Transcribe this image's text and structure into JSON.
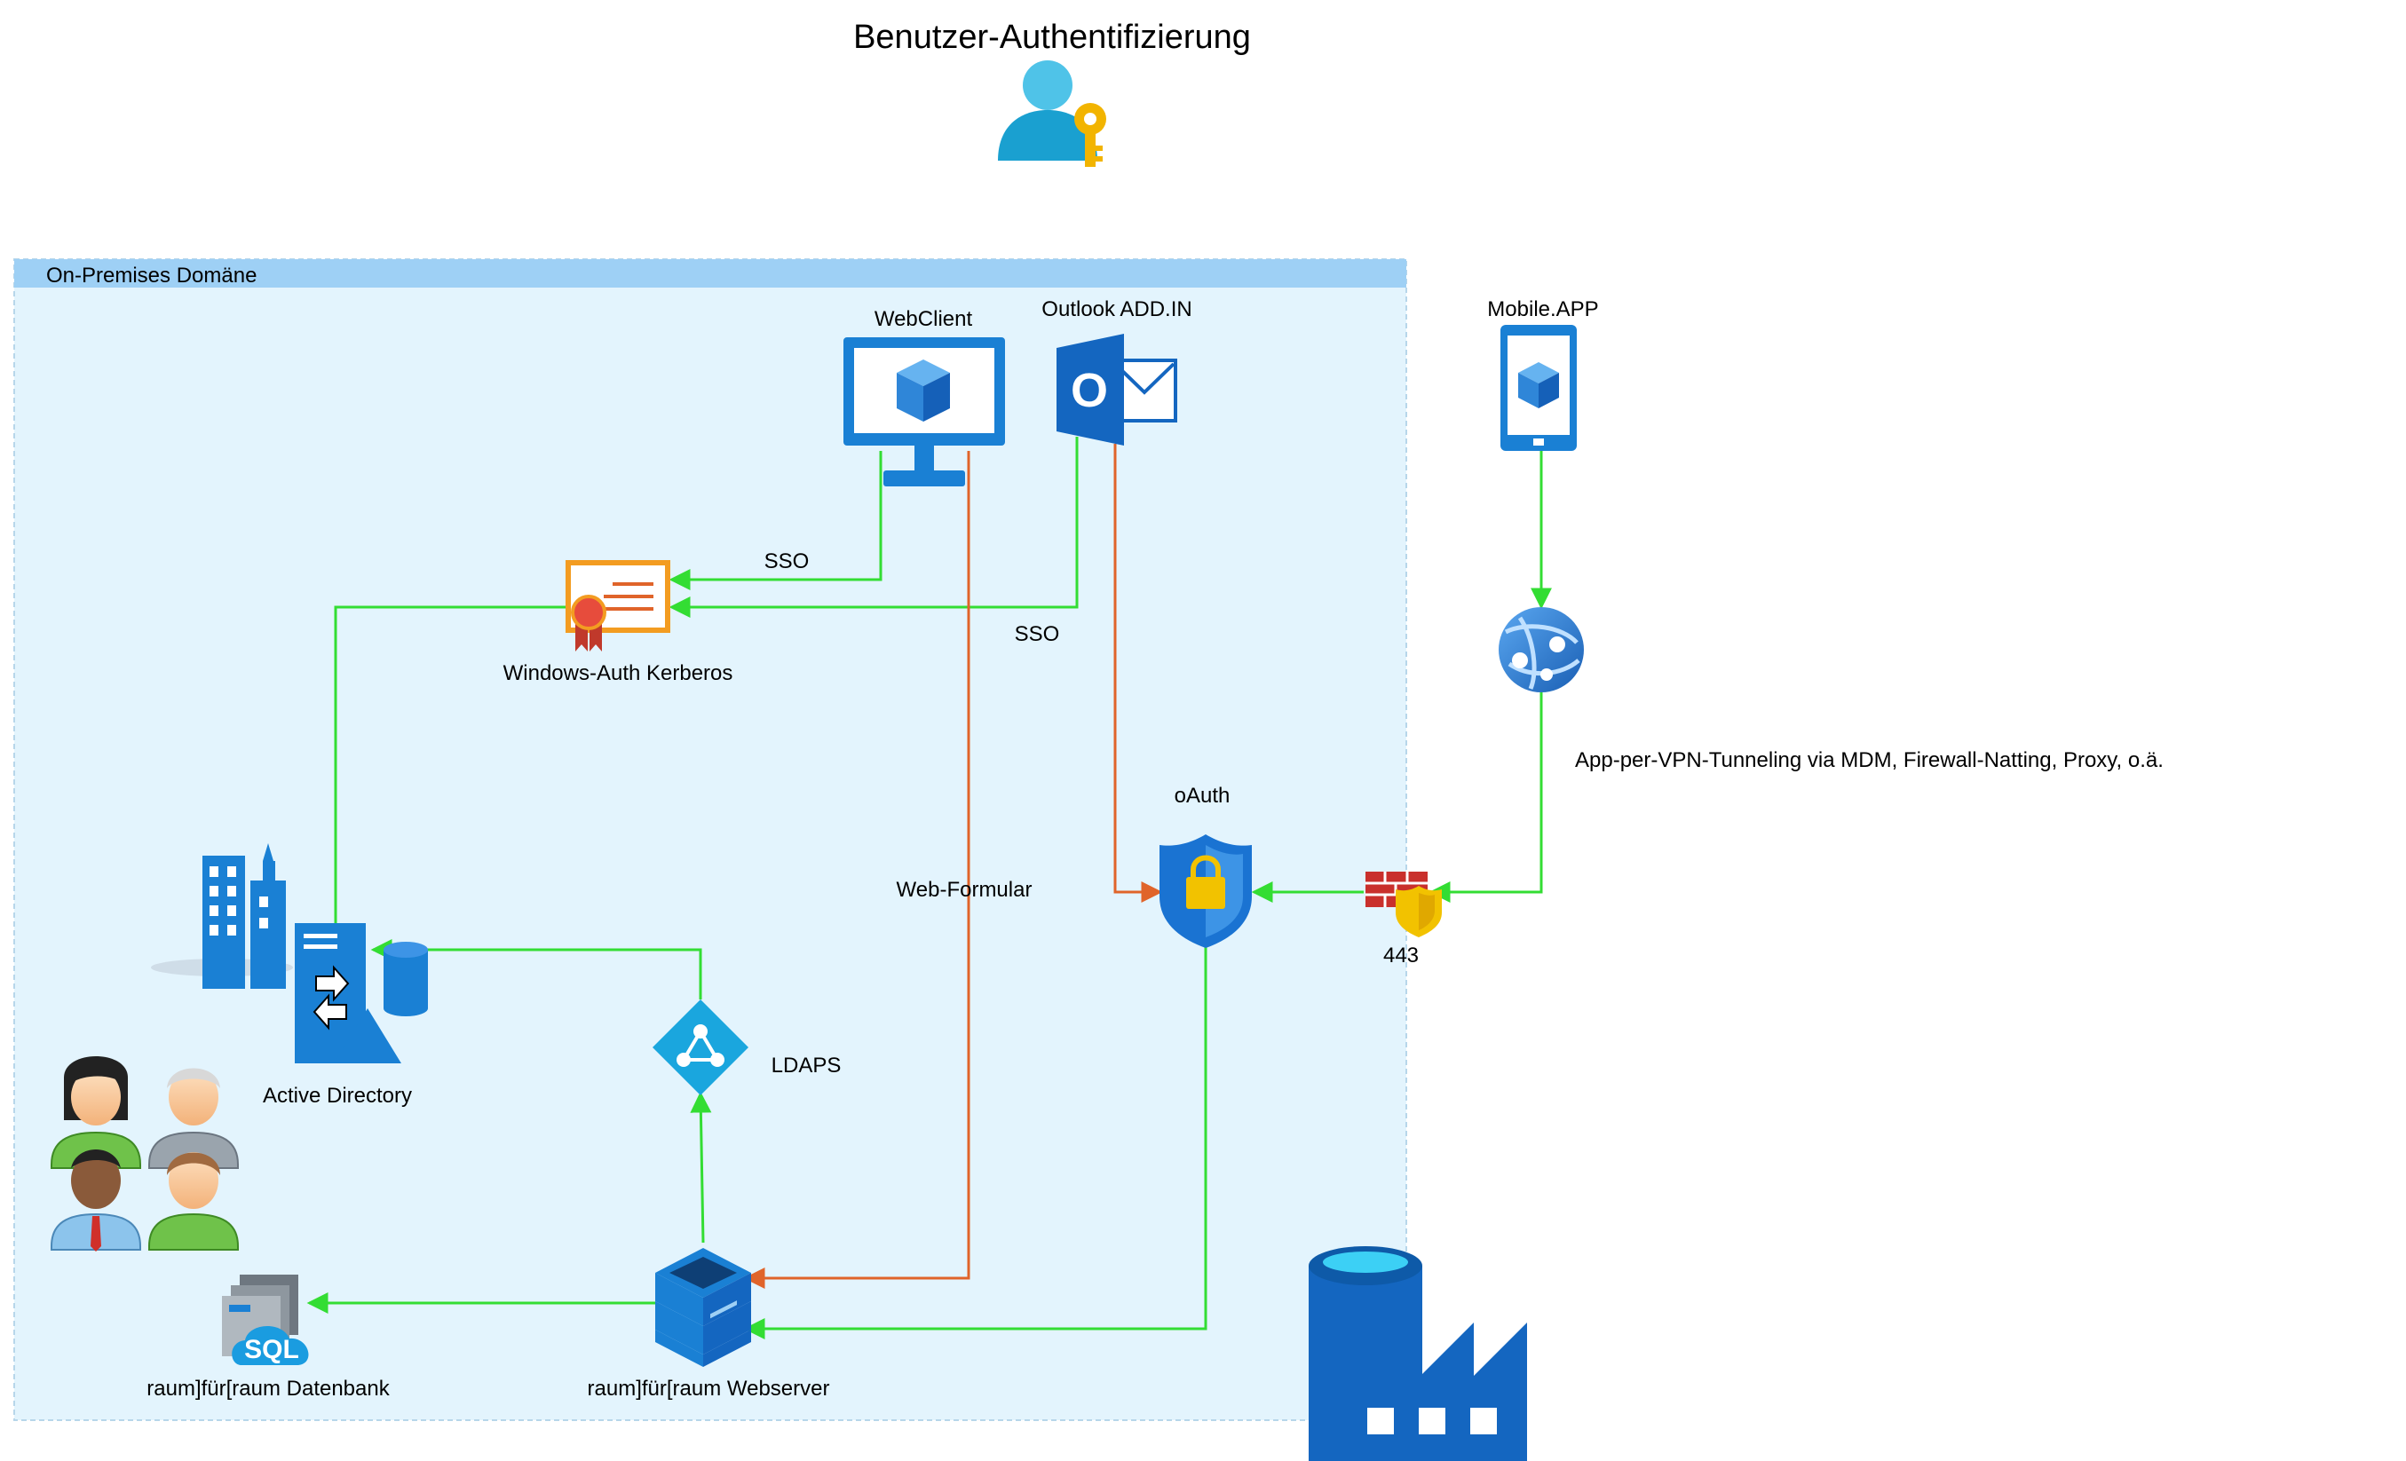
{
  "title": "Benutzer-Authentifizierung",
  "domain_box": {
    "label": "On-Premises Domäne"
  },
  "nodes": {
    "webclient": "WebClient",
    "outlook": "Outlook ADD.IN",
    "mobile": "Mobile.APP",
    "kerberos": "Windows-Auth Kerberos",
    "oauth": "oAuth",
    "firewall": "443",
    "active_directory": "Active Directory",
    "ldaps": "LDAPS",
    "datenbank": "raum]für[raum Datenbank",
    "webserver": "raum]für[raum Webserver"
  },
  "edge_labels": {
    "sso_webclient": "SSO",
    "sso_outlook": "SSO",
    "web_formular": "Web-Formular",
    "vpn_note": "App-per-VPN-Tunneling via MDM, Firewall-Natting, Proxy, o.ä."
  },
  "icons": {
    "outlook_letter": "O",
    "sql_text": "SQL"
  },
  "colors": {
    "domain_fill": "#e3f4fd",
    "domain_header": "#9ed0f5",
    "green_edge": "#33dd33",
    "orange_edge": "#e0642a",
    "azure_blue": "#0f6ec9"
  }
}
